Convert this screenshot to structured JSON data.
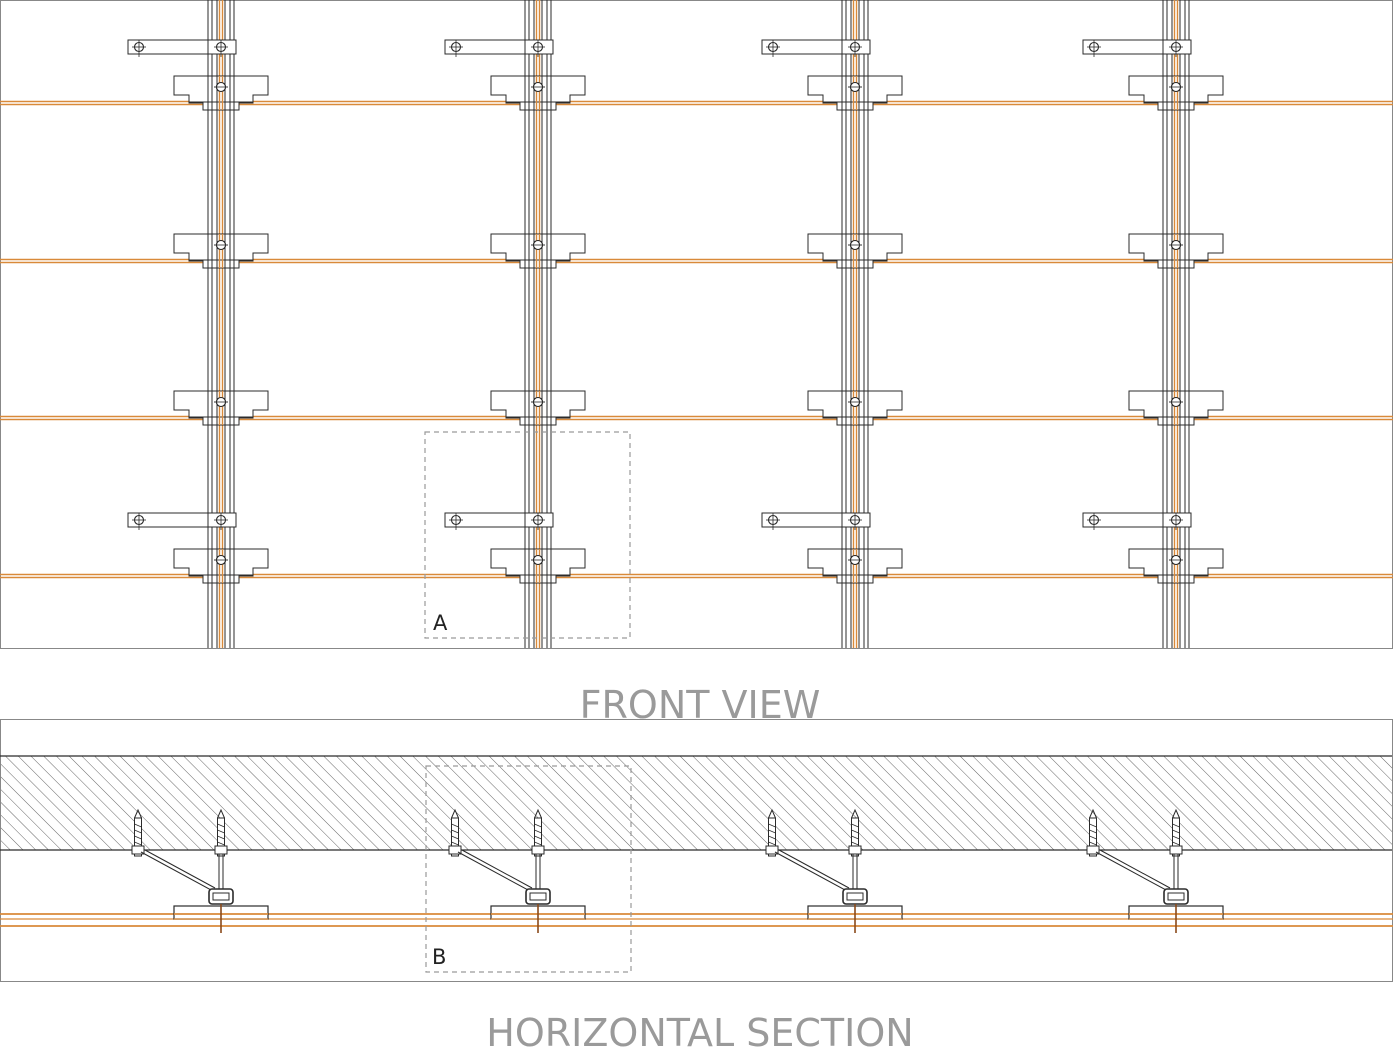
{
  "front_view": {
    "title": "FRONT VIEW",
    "detail_label": "A"
  },
  "horizontal_section": {
    "title": "HORIZONTAL SECTION",
    "detail_label": "B"
  },
  "colors": {
    "line": "#2b2b2b",
    "rail": "#d98a3a",
    "rail_core": "#8a4a1a",
    "dashed": "#9a9a9a",
    "title": "#9a9a9a",
    "frame": "#888888"
  }
}
